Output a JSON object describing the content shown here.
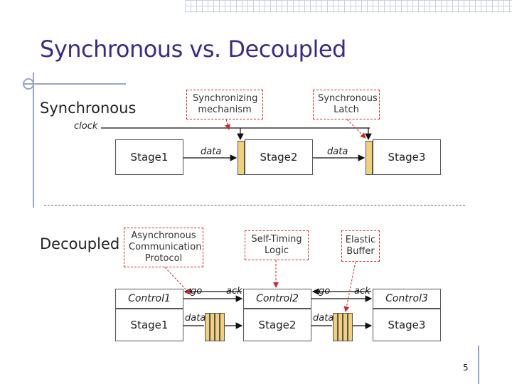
{
  "slide": {
    "title": "Synchronous vs. Decoupled",
    "page_number": "5"
  },
  "synchronous": {
    "heading": "Synchronous",
    "clock_label": "clock",
    "notes": {
      "mechanism": "Synchronizing mechanism",
      "latch": "Synchronous Latch"
    },
    "stages": [
      "Stage1",
      "Stage2",
      "Stage3"
    ],
    "data_labels": [
      "data",
      "data"
    ]
  },
  "decoupled": {
    "heading": "Decoupled",
    "notes": {
      "protocol": "Asynchronous Communication Protocol",
      "timing": "Self-Timing Logic",
      "buffer": "Elastic Buffer"
    },
    "controls": [
      "Control1",
      "Control2",
      "Control3"
    ],
    "stages": [
      "Stage1",
      "Stage2",
      "Stage3"
    ],
    "go_labels": [
      "go",
      "go"
    ],
    "ack_labels": [
      "ack",
      "ack"
    ],
    "data_labels": [
      "data",
      "data"
    ]
  },
  "colors": {
    "title": "#3a2a8c",
    "latch_fill": "#f2cf7a",
    "note_border": "#cc2a2a",
    "arrow": "#cc2a2a"
  }
}
